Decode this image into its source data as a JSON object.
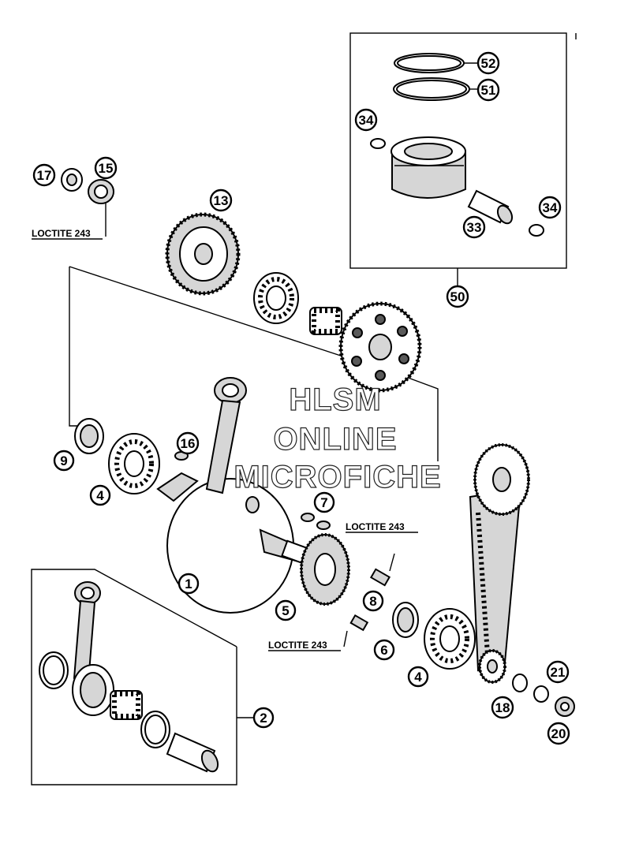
{
  "callouts": [
    {
      "id": "c1",
      "label": "1"
    },
    {
      "id": "c2",
      "label": "2"
    },
    {
      "id": "c4a",
      "label": "4"
    },
    {
      "id": "c4b",
      "label": "4"
    },
    {
      "id": "c5",
      "label": "5"
    },
    {
      "id": "c6",
      "label": "6"
    },
    {
      "id": "c7",
      "label": "7"
    },
    {
      "id": "c8",
      "label": "8"
    },
    {
      "id": "c9",
      "label": "9"
    },
    {
      "id": "c13",
      "label": "13"
    },
    {
      "id": "c15",
      "label": "15"
    },
    {
      "id": "c16",
      "label": "16"
    },
    {
      "id": "c17",
      "label": "17"
    },
    {
      "id": "c18",
      "label": "18"
    },
    {
      "id": "c20",
      "label": "20"
    },
    {
      "id": "c21",
      "label": "21"
    },
    {
      "id": "c33",
      "label": "33"
    },
    {
      "id": "c34a",
      "label": "34"
    },
    {
      "id": "c34b",
      "label": "34"
    },
    {
      "id": "c50",
      "label": "50"
    },
    {
      "id": "c51",
      "label": "51"
    },
    {
      "id": "c52",
      "label": "52"
    }
  ],
  "loctite_labels": [
    {
      "id": "l1",
      "text": "LOCTITE 243"
    },
    {
      "id": "l2",
      "text": "LOCTITE 243"
    },
    {
      "id": "l3",
      "text": "LOCTITE 243"
    }
  ],
  "watermark": {
    "line1": "HLSM",
    "line2": "ONLINE",
    "line3": "MICROFICHE"
  },
  "icons": [
    "crankshaft",
    "connecting-rod",
    "piston",
    "piston-rings",
    "piston-pin",
    "circlip",
    "ball-bearing",
    "needle-bearing",
    "sprocket",
    "balancer-gear",
    "flywheel",
    "timing-chain",
    "nut",
    "washer",
    "woodruff-key",
    "bolt"
  ],
  "colors": {
    "line": "#000000",
    "background": "#ffffff",
    "shade": "#d6d6d6"
  }
}
